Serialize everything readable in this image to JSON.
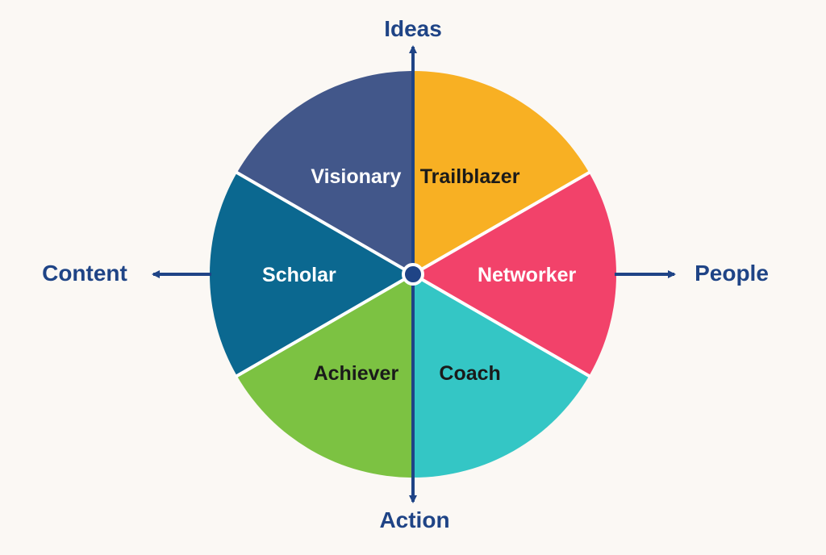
{
  "axes": {
    "top": "Ideas",
    "bottom": "Action",
    "left": "Content",
    "right": "People",
    "color": "#1f4486"
  },
  "segments": [
    {
      "label": "Visionary",
      "color": "#42578a",
      "text_color": "#ffffff"
    },
    {
      "label": "Trailblazer",
      "color": "#f8b023",
      "text_color": "#1a1a1a"
    },
    {
      "label": "Networker",
      "color": "#f2426a",
      "text_color": "#ffffff"
    },
    {
      "label": "Coach",
      "color": "#34c6c5",
      "text_color": "#1a1a1a"
    },
    {
      "label": "Achiever",
      "color": "#7cc242",
      "text_color": "#1a1a1a"
    },
    {
      "label": "Scholar",
      "color": "#0b6890",
      "text_color": "#ffffff"
    }
  ]
}
